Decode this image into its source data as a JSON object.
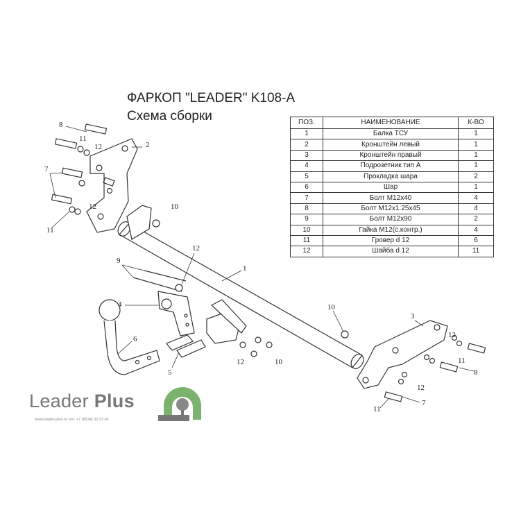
{
  "header": {
    "title": "ФАРКОП \"LEADER\" K108-A",
    "subtitle": "Схема сборки"
  },
  "table": {
    "columns": [
      "ПОЗ.",
      "НАИМЕНОВАНИЕ",
      "К-ВО"
    ],
    "rows": [
      [
        "1",
        "Балка ТСУ",
        "1"
      ],
      [
        "2",
        "Кронштейн левый",
        "1"
      ],
      [
        "3",
        "Кронштейн правый",
        "1"
      ],
      [
        "4",
        "Подрозетник тип А",
        "1"
      ],
      [
        "5",
        "Прокладка шара",
        "2"
      ],
      [
        "6",
        "Шар",
        "1"
      ],
      [
        "7",
        "Болт М12х40",
        "4"
      ],
      [
        "8",
        "Болт М12х1.25х45",
        "4"
      ],
      [
        "9",
        "Болт М12х90",
        "2"
      ],
      [
        "10",
        "Гайка М12(с.контр.)",
        "4"
      ],
      [
        "11",
        "Гровер d 12",
        "6"
      ],
      [
        "12",
        "Шайба d 12",
        "11"
      ]
    ]
  },
  "callouts": [
    "8",
    "11",
    "12",
    "2",
    "7",
    "11",
    "12",
    "10",
    "12",
    "1",
    "9",
    "4",
    "6",
    "5",
    "12",
    "10",
    "10",
    "3",
    "12",
    "11",
    "8",
    "12",
    "7",
    "11"
  ],
  "logo": {
    "brand": "Leader",
    "brand_bold": "Plus",
    "contact": "www.leader-plus.ru   тел. +7 (8634) 32-37-91",
    "accent": "#7bb26e",
    "gray": "#777777"
  }
}
